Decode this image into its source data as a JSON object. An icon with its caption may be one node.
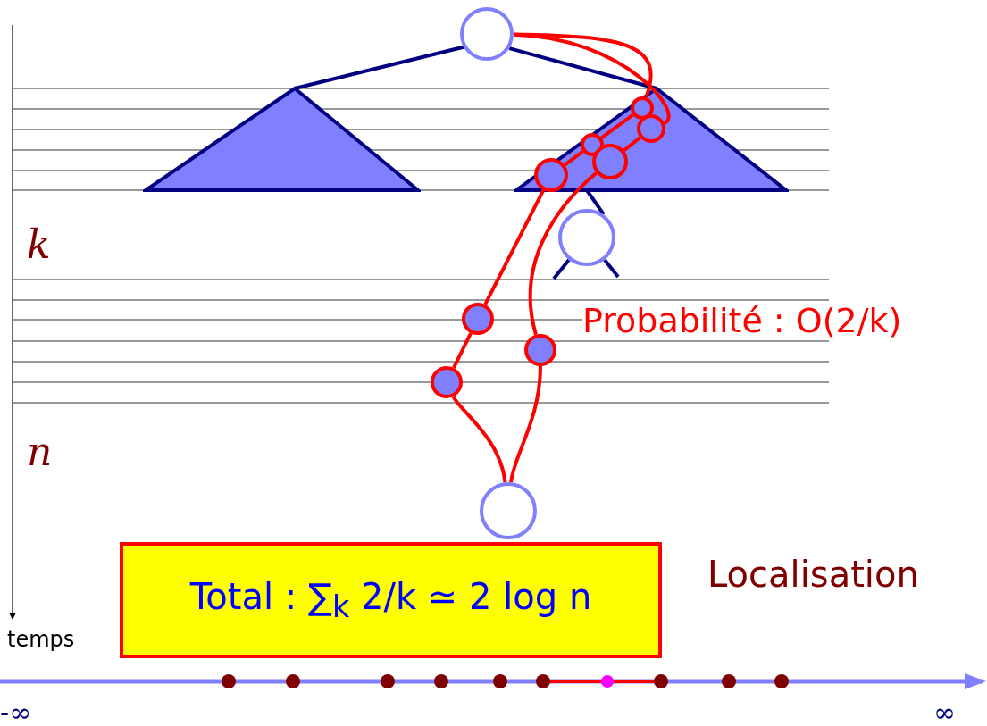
{
  "diagram": {
    "nodes": [
      {
        "text": [],
        "shape": "circle"
      },
      {
        "text": [],
        "shape": "triangle"
      },
      {
        "text": [],
        "shape": "triangle"
      },
      {
        "text": [],
        "shape": "circle"
      },
      {
        "text": [],
        "shape": "circle"
      },
      {
        "text": [],
        "shape": "circle",
        "in": 2
      },
      {
        "text": [],
        "shape": "circle",
        "in": 2
      },
      {
        "text": [],
        "shape": "circle",
        "in": 2
      },
      {
        "text": [],
        "shape": "circle",
        "in": 2
      },
      {
        "text": [],
        "shape": "circle",
        "in": 2
      },
      {
        "text": [],
        "shape": "circle"
      },
      {
        "text": [],
        "shape": "circle"
      },
      {
        "text": [],
        "shape": "circle"
      },
      {
        "text": [
          "Total : ∑$_{k}$ 2/k ≃ 2 log n"
        ]
      }
    ],
    "edges": [
      {
        "from": 0,
        "to": 1,
        "arrow": "none",
        "color": "#000080"
      },
      {
        "from": 0,
        "to": 2,
        "arrow": "none",
        "color": "#000080"
      },
      {
        "from": 2,
        "to": 3,
        "arrow": "none",
        "color": "#000080"
      },
      {
        "from": 3,
        "to": null,
        "arrow": "none",
        "color": "#000080"
      },
      {
        "from": 3,
        "to": null,
        "arrow": "none",
        "color": "#000080"
      },
      {
        "from": 0,
        "to": 7,
        "arrow": "none"
      },
      {
        "from": 0,
        "to": 8,
        "arrow": "none"
      },
      {
        "from": 7,
        "to": 6,
        "arrow": "none"
      },
      {
        "from": 6,
        "to": 5,
        "arrow": "none"
      },
      {
        "from": 8,
        "to": 9,
        "arrow": "none"
      },
      {
        "from": 5,
        "to": 10,
        "arrow": "none"
      },
      {
        "from": 10,
        "to": 12,
        "arrow": "none"
      },
      {
        "from": 12,
        "to": 4,
        "arrow": "none"
      },
      {
        "from": 9,
        "to": 11,
        "arrow": "none"
      },
      {
        "from": 11,
        "to": 4,
        "arrow": "none"
      }
    ],
    "labels": [
      "k",
      "n",
      "temps",
      "Probabilité : O(2/k)",
      "Localisation",
      "-∞",
      "∞"
    ]
  }
}
